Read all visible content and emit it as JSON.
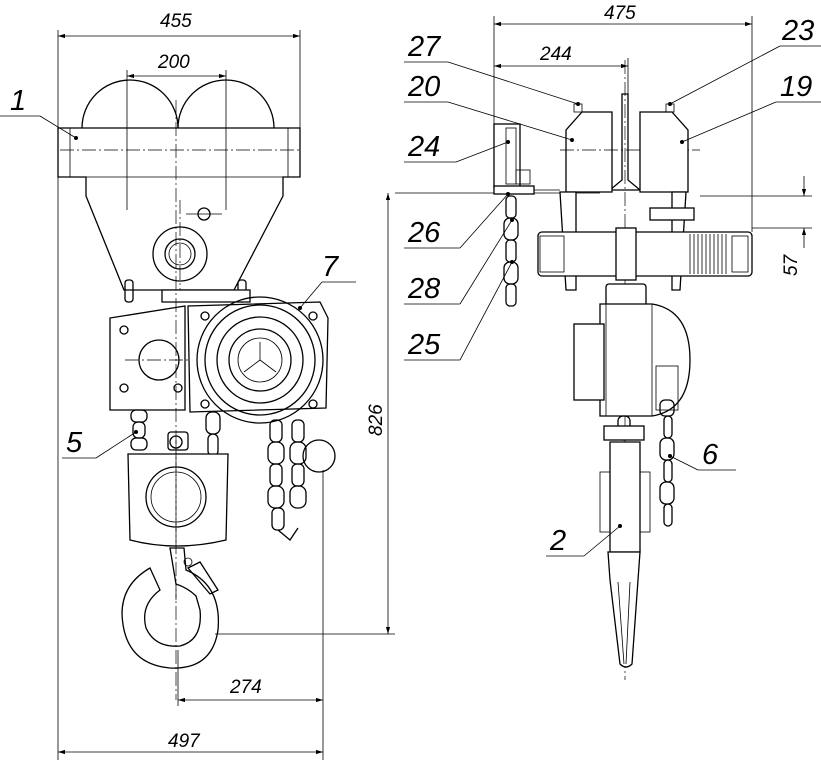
{
  "dimensions": {
    "front_top_width": "455",
    "trolley_rail_span": "200",
    "bottom_width": "497",
    "hook_offset": "274",
    "total_height": "826",
    "side_top_width": "475",
    "side_rail_span": "244",
    "beam_gap": "57"
  },
  "callouts": {
    "c1": "1",
    "c7": "7",
    "c5": "5",
    "c27": "27",
    "c20": "20",
    "c24": "24",
    "c26": "26",
    "c28": "28",
    "c25": "25",
    "c23": "23",
    "c19": "19",
    "c6": "6",
    "c2": "2"
  }
}
